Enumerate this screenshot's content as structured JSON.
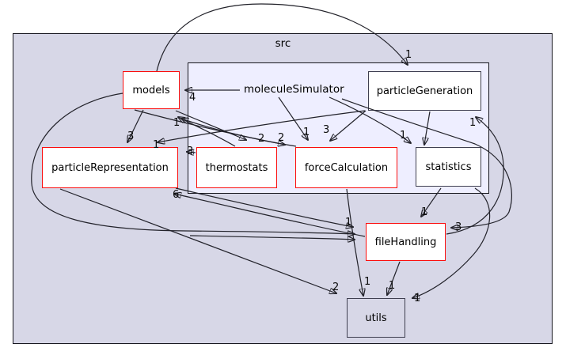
{
  "diagram": {
    "outer_group_label": "src",
    "cluster_label": "moleculeSimulator",
    "nodes": {
      "models": {
        "label": "models",
        "border": "red"
      },
      "particleGeneration": {
        "label": "particleGeneration",
        "border": "dark"
      },
      "particleRepresentation": {
        "label": "particleRepresentation",
        "border": "red"
      },
      "thermostats": {
        "label": "thermostats",
        "border": "red"
      },
      "forceCalculation": {
        "label": "forceCalculation",
        "border": "red"
      },
      "statistics": {
        "label": "statistics",
        "border": "dark"
      },
      "fileHandling": {
        "label": "fileHandling",
        "border": "red"
      },
      "utils": {
        "label": "utils",
        "border": "dark"
      }
    },
    "edge_labels": [
      {
        "value": "1"
      },
      {
        "value": "4"
      },
      {
        "value": "1"
      },
      {
        "value": "3"
      },
      {
        "value": "1"
      },
      {
        "value": "3"
      },
      {
        "value": "2"
      },
      {
        "value": "2"
      },
      {
        "value": "1"
      },
      {
        "value": "3"
      },
      {
        "value": "1"
      },
      {
        "value": "1"
      },
      {
        "value": "6"
      },
      {
        "value": "1"
      },
      {
        "value": "1"
      },
      {
        "value": "3"
      },
      {
        "value": "2"
      },
      {
        "value": "1"
      },
      {
        "value": "1"
      },
      {
        "value": "1"
      }
    ],
    "colors": {
      "outer_fill": "#d7d7e7",
      "cluster_fill": "#eeeeff",
      "red_border": "#fb0d0d",
      "dark_border": "#3f3f50",
      "edge": "#22222a"
    }
  }
}
